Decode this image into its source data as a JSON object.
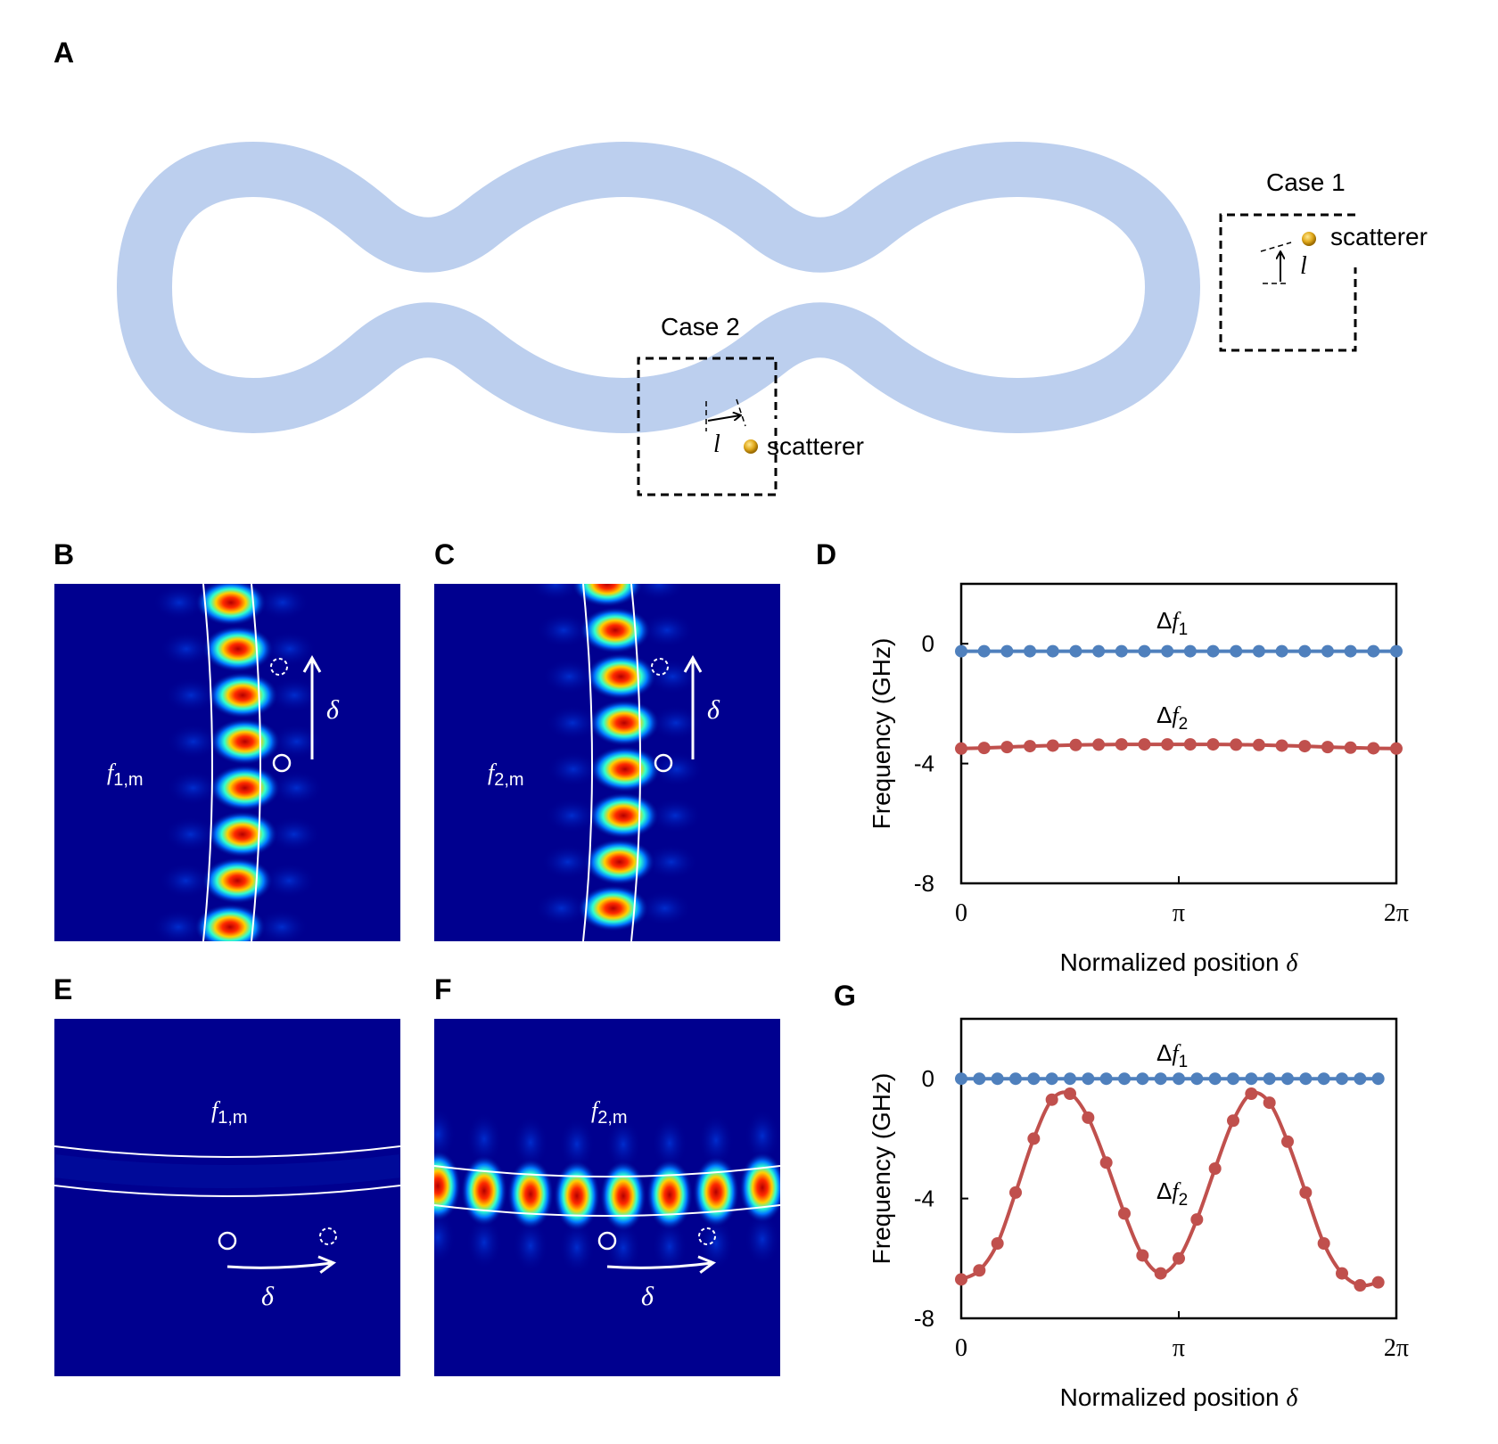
{
  "panels": {
    "A": {
      "label": "A",
      "case1": "Case 1",
      "case2": "Case 2",
      "scatterer1": "scatterer",
      "scatterer2": "scatterer",
      "length_symbol": "l"
    },
    "B": {
      "label": "B",
      "mode": "f",
      "mode_sub": "1,m",
      "arrow_symbol": "δ"
    },
    "C": {
      "label": "C",
      "mode": "f",
      "mode_sub": "2,m",
      "arrow_symbol": "δ"
    },
    "E": {
      "label": "E",
      "mode": "f",
      "mode_sub": "1,m",
      "arrow_symbol": "δ"
    },
    "F": {
      "label": "F",
      "mode": "f",
      "mode_sub": "2,m",
      "arrow_symbol": "δ"
    },
    "D": {
      "label": "D"
    },
    "G": {
      "label": "G"
    }
  },
  "colors": {
    "waveguide": "#bccfee",
    "field_bg": "#00008f",
    "series1": "#4f80bd",
    "series2": "#c0504d",
    "scatterer": "#e0a91c"
  },
  "chart_data": [
    {
      "id": "D",
      "type": "line",
      "xlabel": "Normalized position",
      "xlabel_symbol": "δ",
      "ylabel": "Frequency (GHz)",
      "ylim": [
        -8,
        2
      ],
      "xlim": [
        0,
        6.2832
      ],
      "yticks": [
        0,
        -4,
        -8
      ],
      "ytick_labels": [
        "0",
        "-4",
        "-8"
      ],
      "xticks": [
        0,
        3.1416,
        6.2832
      ],
      "xtick_labels": [
        "0",
        "π",
        "2π"
      ],
      "grid": false,
      "x": [
        0,
        0.3307,
        0.6614,
        0.9921,
        1.3228,
        1.6535,
        1.9842,
        2.3149,
        2.6456,
        2.9763,
        3.307,
        3.6377,
        3.9684,
        4.2991,
        4.6298,
        4.9605,
        5.2912,
        5.6219,
        5.9526,
        6.2832
      ],
      "series": [
        {
          "label_base": "Δf",
          "label_sub": "1",
          "values": [
            -0.25,
            -0.25,
            -0.25,
            -0.25,
            -0.25,
            -0.25,
            -0.25,
            -0.25,
            -0.25,
            -0.25,
            -0.25,
            -0.25,
            -0.25,
            -0.25,
            -0.25,
            -0.25,
            -0.25,
            -0.25,
            -0.25,
            -0.25
          ]
        },
        {
          "label_base": "Δf",
          "label_sub": "2",
          "values": [
            -3.5,
            -3.48,
            -3.45,
            -3.42,
            -3.4,
            -3.38,
            -3.37,
            -3.36,
            -3.36,
            -3.36,
            -3.36,
            -3.36,
            -3.37,
            -3.38,
            -3.4,
            -3.42,
            -3.45,
            -3.47,
            -3.49,
            -3.5
          ]
        }
      ]
    },
    {
      "id": "G",
      "type": "line",
      "xlabel": "Normalized position",
      "xlabel_symbol": "δ",
      "ylabel": "Frequency (GHz)",
      "ylim": [
        -8,
        2
      ],
      "xlim": [
        0,
        6.2832
      ],
      "yticks": [
        0,
        -4,
        -8
      ],
      "ytick_labels": [
        "0",
        "-4",
        "-8"
      ],
      "xticks": [
        0,
        3.1416,
        6.2832
      ],
      "xtick_labels": [
        "0",
        "π",
        "2π"
      ],
      "grid": false,
      "x": [
        0,
        0.2618,
        0.5236,
        0.7854,
        1.0472,
        1.309,
        1.5708,
        1.8326,
        2.0944,
        2.3562,
        2.618,
        2.8798,
        3.1416,
        3.4034,
        3.6652,
        3.927,
        4.1888,
        4.4506,
        4.7124,
        4.9742,
        5.236,
        5.4978,
        5.7596,
        6.0214
      ],
      "series": [
        {
          "label_base": "Δf",
          "label_sub": "1",
          "values": [
            0,
            0,
            0,
            0,
            0,
            0,
            0,
            0,
            0,
            0,
            0,
            0,
            0,
            0,
            0,
            0,
            0,
            0,
            0,
            0,
            0,
            0,
            0,
            0
          ]
        },
        {
          "label_base": "Δf",
          "label_sub": "2",
          "values": [
            -6.7,
            -6.4,
            -5.5,
            -3.8,
            -2.0,
            -0.7,
            -0.5,
            -1.3,
            -2.8,
            -4.5,
            -5.9,
            -6.5,
            -6.0,
            -4.7,
            -3.0,
            -1.4,
            -0.5,
            -0.8,
            -2.1,
            -3.8,
            -5.5,
            -6.5,
            -6.9,
            -6.8
          ]
        }
      ]
    }
  ]
}
